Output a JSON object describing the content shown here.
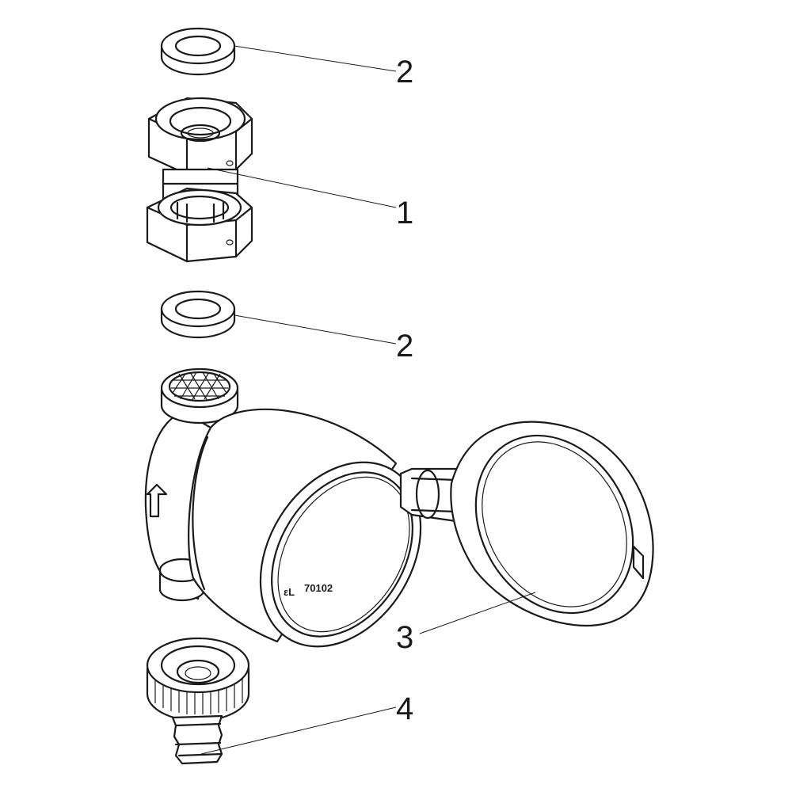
{
  "callouts": {
    "washer_top": "2",
    "union_fitting": "1",
    "washer_bottom": "2",
    "filter_housing": "3",
    "hose_connector": "4"
  },
  "housing_marking": {
    "symbol": "εL",
    "code": "70102"
  },
  "colors": {
    "line": "#1a1a1a",
    "background": "#ffffff"
  }
}
